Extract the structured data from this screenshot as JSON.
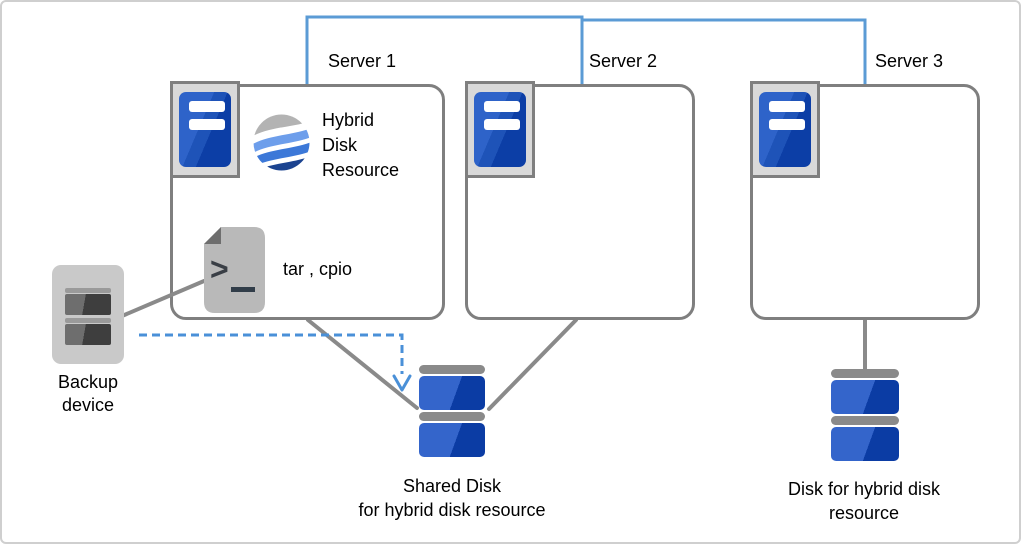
{
  "diagram": {
    "title": "hybrid disk resource backup diagram",
    "servers": [
      {
        "label": "Server 1"
      },
      {
        "label": "Server 2"
      },
      {
        "label": "Server 3"
      }
    ],
    "hybrid_resource": {
      "label": "Hybrid Disk Resource",
      "lines": [
        "Hybrid",
        "Disk",
        "Resource"
      ]
    },
    "backup_tools": {
      "label": "tar , cpio"
    },
    "doc_icon": {
      "prompt": ">"
    },
    "backup_device": {
      "label": "Backup device",
      "lines": [
        "Backup",
        "device"
      ]
    },
    "shared_disk": {
      "label": "Shared Disk for hybrid disk resource",
      "lines": [
        "Shared Disk",
        "for hybrid disk resource"
      ]
    },
    "hybrid_disk": {
      "label": "Disk for hybrid disk resource",
      "lines": [
        "Disk for hybrid disk",
        "resource"
      ]
    },
    "icons": [
      "server-tower-icon",
      "wave-sphere-icon",
      "shell-script-icon",
      "tape-drive-icon",
      "disk-stack-icon"
    ],
    "colors": {
      "interconnect_blue": "#5B9BD5",
      "arrow_blue": "#4A90D8",
      "connector_gray": "#8A8A8A",
      "box_border_gray": "#7F7F7F",
      "icon_bg_gray": "#D9D9D9",
      "server_blue_light": "#2E63C9",
      "server_blue_mid": "#1E53B8",
      "server_blue_dark": "#0C3EA6",
      "disk_blue_light": "#3465CB",
      "disk_blue_dark": "#0B3CA4",
      "disk_bar_gray": "#8A8A8A",
      "device_gray": "#C9C9C9",
      "doc_gray": "#B9B9B9",
      "doc_fold_gray": "#6E6E6E",
      "sphere_gray": "#B3B3B3",
      "sphere_light_blue": "#6D9EEB",
      "sphere_mid_blue": "#3C78D8",
      "sphere_navy": "#1B4390"
    }
  }
}
